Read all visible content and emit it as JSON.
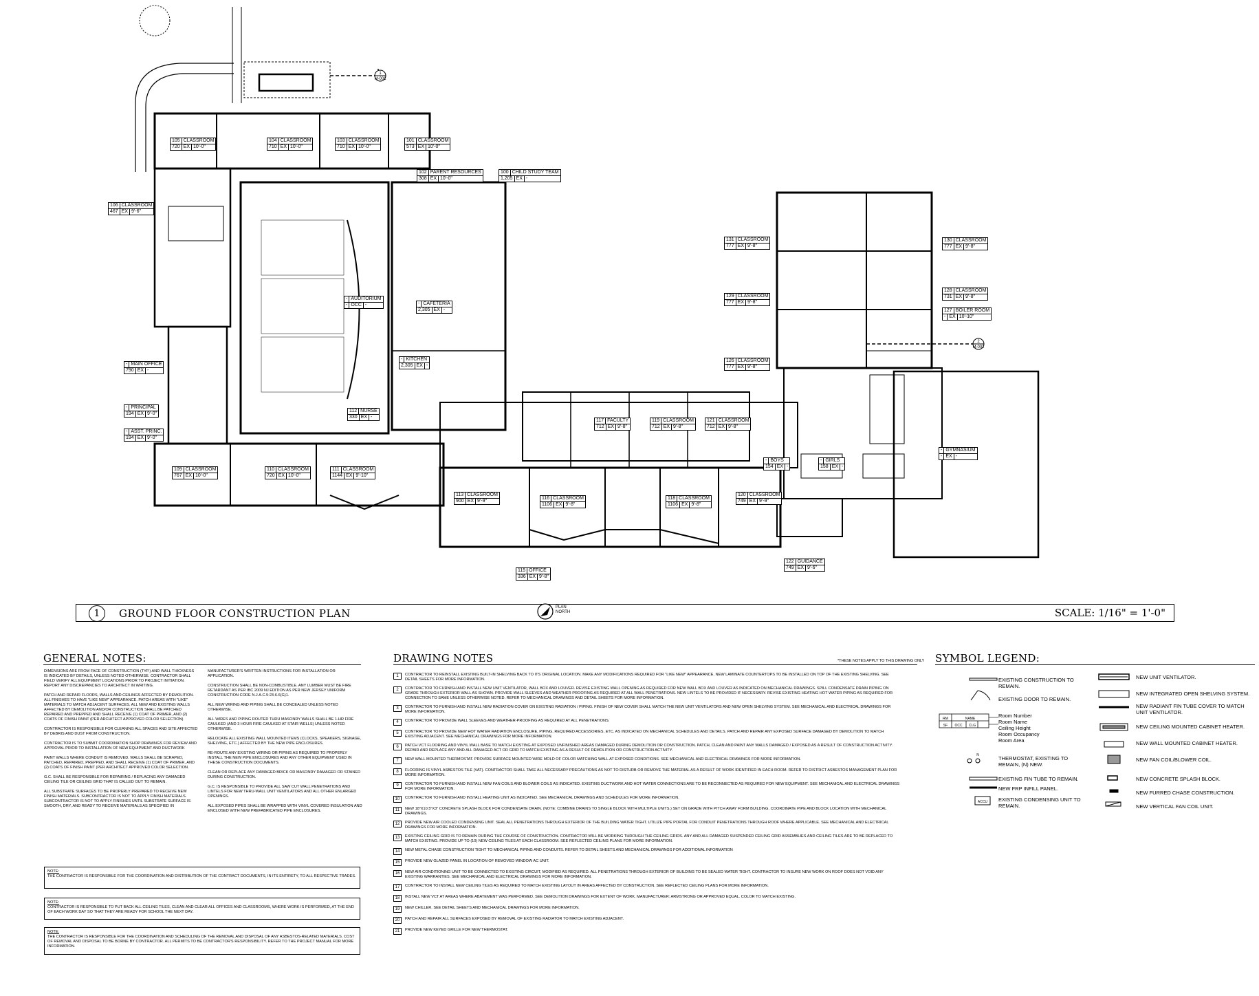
{
  "plan": {
    "rooms": [
      {
        "num": "105",
        "name": "CLASSROOM",
        "area": "720",
        "occ": "EX",
        "clg": "10'-0\""
      },
      {
        "num": "104",
        "name": "CLASSROOM",
        "area": "710",
        "occ": "EX",
        "clg": "10'-0\""
      },
      {
        "num": "103",
        "name": "CLASSROOM",
        "area": "710",
        "occ": "EX",
        "clg": "10'-0\""
      },
      {
        "num": "101",
        "name": "CLASSROOM",
        "area": "573",
        "occ": "EX",
        "clg": "10'-0\""
      },
      {
        "num": "106",
        "name": "CLASSROOM",
        "area": "467",
        "occ": "EX",
        "clg": "9'-6\""
      },
      {
        "num": "102",
        "name": "PARENT RESOURCES",
        "area": "308",
        "occ": "EX",
        "clg": "10'-0\""
      },
      {
        "num": "100",
        "name": "CHILD STUDY TEAM",
        "area": "1,205",
        "occ": "EX",
        "clg": "-"
      },
      {
        "num": "-",
        "name": "AUDITORIUM",
        "area": "-",
        "occ": "OCC",
        "clg": "-"
      },
      {
        "num": "-",
        "name": "CAFETERIA",
        "area": "2,305",
        "occ": "EX",
        "clg": "-"
      },
      {
        "num": "-",
        "name": "KITCHEN",
        "area": "2,305",
        "occ": "EX",
        "clg": "-"
      },
      {
        "num": "-",
        "name": "MAIN OFFICE",
        "area": "790",
        "occ": "EX",
        "clg": "-"
      },
      {
        "num": "-",
        "name": "PRINCIPAL",
        "area": "194",
        "occ": "EX",
        "clg": "9'-0\""
      },
      {
        "num": "-",
        "name": "ASST. PRINC.",
        "area": "194",
        "occ": "EX",
        "clg": "9'-0\""
      },
      {
        "num": "112",
        "name": "NURSE",
        "area": "330",
        "occ": "EX",
        "clg": "-"
      },
      {
        "num": "109",
        "name": "CLASSROOM",
        "area": "767",
        "occ": "EX",
        "clg": "10'-0\""
      },
      {
        "num": "110",
        "name": "CLASSROOM",
        "area": "720",
        "occ": "EX",
        "clg": "10'-0\""
      },
      {
        "num": "111",
        "name": "CLASSROOM",
        "area": "1144",
        "occ": "EX",
        "clg": "9'-10\""
      },
      {
        "num": "113",
        "name": "CLASSROOM",
        "area": "900",
        "occ": "EX",
        "clg": "9'-9\""
      },
      {
        "num": "116",
        "name": "CLASSROOM",
        "area": "1106",
        "occ": "EX",
        "clg": "9'-8\""
      },
      {
        "num": "117",
        "name": "FACULTY",
        "area": "712",
        "occ": "EX",
        "clg": "9'-8\""
      },
      {
        "num": "119",
        "name": "CLASSROOM",
        "area": "712",
        "occ": "EX",
        "clg": "9'-8\""
      },
      {
        "num": "121",
        "name": "CLASSROOM",
        "area": "712",
        "occ": "EX",
        "clg": "9'-8\""
      },
      {
        "num": "118",
        "name": "CLASSROOM",
        "area": "1106",
        "occ": "EX",
        "clg": "9'-8\""
      },
      {
        "num": "120",
        "name": "CLASSROOM",
        "area": "749",
        "occ": "EX",
        "clg": "9'-9\""
      },
      {
        "num": "115",
        "name": "OFFICE",
        "area": "336",
        "occ": "EX",
        "clg": "9'-8\""
      },
      {
        "num": "122",
        "name": "GUIDANCE",
        "area": "749",
        "occ": "EX",
        "clg": "9'-6\""
      },
      {
        "num": "-",
        "name": "BOYS",
        "area": "154",
        "occ": "EX",
        "clg": "-"
      },
      {
        "num": "-",
        "name": "GIRLS",
        "area": "158",
        "occ": "EX",
        "clg": "-"
      },
      {
        "num": "131",
        "name": "CLASSROOM",
        "area": "777",
        "occ": "EX",
        "clg": "9'-8\""
      },
      {
        "num": "129",
        "name": "CLASSROOM",
        "area": "777",
        "occ": "EX",
        "clg": "9'-8\""
      },
      {
        "num": "126",
        "name": "CLASSROOM",
        "area": "777",
        "occ": "EX",
        "clg": "9'-8\""
      },
      {
        "num": "130",
        "name": "CLASSROOM",
        "area": "777",
        "occ": "EX",
        "clg": "9'-8\""
      },
      {
        "num": "128",
        "name": "CLASSROOM",
        "area": "731",
        "occ": "EX",
        "clg": "9'-8\""
      },
      {
        "num": "127",
        "name": "BOILER ROOM",
        "area": "-",
        "occ": "EX",
        "clg": "10'-10\""
      },
      {
        "num": "-",
        "name": "GYMNASIUM",
        "area": "-",
        "occ": "EX",
        "clg": "-"
      }
    ],
    "section_marks": [
      {
        "num": "1",
        "sheet": "M-001"
      },
      {
        "num": "2",
        "sheet": "M-002"
      }
    ]
  },
  "title": {
    "number": "1",
    "text": "GROUND FLOOR CONSTRUCTION PLAN",
    "scale": "SCALE: 1/16\" = 1'-0\"",
    "north": [
      "PLAN",
      "NORTH"
    ]
  },
  "general_notes": {
    "heading": "GENERAL NOTES:",
    "col1": [
      "DIMENSIONS ARE FROM FACE OF CONSTRUCTION (TYP.) AND WALL THICKNESS IS INDICATED BY DETAILS, UNLESS NOTED OTHERWISE. CONTRACTOR SHALL FIELD VERIFY ALL EQUIPMENT LOCATIONS PRIOR TO PROJECT INITIATION. REPORT ANY DISCREPANCIES TO ARCHITECT IN WRITING.",
      "PATCH AND REPAIR FLOORS, WALLS AND CEILINGS AFFECTED BY DEMOLITION. ALL FINISHES TO HAVE \"LIKE NEW\" APPEARANCE. PATCH AREAS WITH \"LIKE\" MATERIALS TO MATCH ADJACENT SURFACES. ALL NEW AND EXISTING WALLS AFFECTED BY DEMOLITION AND/OR CONSTRUCTION SHALL BE PATCHED REPAIRED AND PREPPED AND SHALL RECEIVE (1) COAT OF PRIMER, AND (2) COATS OF FINISH PAINT (PER ARCHITECT APPROVED COLOR SELECTION)",
      "CONTRACTOR IS RESPONSIBLE FOR CLEANING ALL SPACES AND SITE AFFECTED BY DEBRIS AND DUST FROM CONSTRUCTION.",
      "CONTRACTOR IS TO SUBMIT COORDINATION SHOP DRAWINGS FOR REVIEW AND APPROVAL PRIOR TO INSTALLATION OF NEW EQUIPMENT AND DUCTWORK",
      "PAINT WALLS WHERE CONDUIT IS REMOVED. WALLS SHALL BE SCRAPED, PATCHED, REPAIRED, PREPPED, AND SHALL RECEIVE (1) COAT OF PRIMER, AND (2) COATS OF FINISH PAINT (PER ARCHITECT APPROVED COLOR SELECTION.",
      "G.C. SHALL BE RESPONSIBLE FOR REPAIRING / REPLACING ANY DAMAGED CEILING TILE OR CEILING GRID THAT IS CALLED OUT TO REMAIN.",
      "ALL SUBSTRATE SURFACES TO BE PROPERLY PREPARED TO RECEIVE NEW FINISH MATERIALS. SUBCONTRACTOR IS NOT TO APPLY FINISH MATERIALS. SUBCONTRACTOR IS NOT TO APPLY FINISHES UNTIL SUBSTRATE SURFACE IS SMOOTH, DRY, AND READY TO RECEIVE MATERIALS AS SPECIFIED IN"
    ],
    "col2": [
      "MANUFACTURER'S WRITTEN INSTRUCTIONS FOR INSTALLATION OR APPLICATION.",
      "CONSTRUCTION SHALL BE NON-COMBUSTIBLE. ANY LUMBER MUST BE FIRE RETARDANT AS PER IBC 2009 NJ EDITION AS PER NEW JERSEY UNIFORM CONSTRUCTION CODE N.J.A.C.5:23-6.6(G)1.",
      "ALL NEW WIRING AND PIPING SHALL BE CONCEALED UNLESS NOTED OTHERWISE.",
      "ALL WIRES AND PIPING ROUTED THRU MASONRY WALLS SHALL BE 1-HR FIRE CAULKED (AND 3 HOUR FIRE CAULKED AT STAIR WELLS) UNLESS NOTED OTHERWISE.",
      "RELOCATE ALL EXISTING WALL MOUNTED ITEMS (CLOCKS, SPEAKERS, SIGNAGE, SHELVING, ETC.) AFFECTED BY THE NEW PIPE ENCLOSURES.",
      "RE-ROUTE ANY EXISTING WIRING OR PIPING AS REQUIRED TO PROPERLY INSTALL THE NEW PIPE ENCLOSURES AND ANY OTHER EQUIPMENT USED IN THESE CONSTRUCTION DOCUMENTS.",
      "CLEAN OR REPLACE ANY DAMAGED BRICK OR MASONRY DAMAGED OR STAINED DURING CONSTRUCTION.",
      "G.C. IS RESPONSIBLE TO PROVIDE ALL SAW CUT WALL PENETRATIONS AND LINTELS FOR NEW THRU-WALL UNIT VENTILATORS AND ALL OTHER ENLARGED OPENINGS.",
      "ALL EXPOSED PIPES SHALL BE WRAPPED WITH VINYL COVERED INSULATION AND ENCLOSED WITH NEW PREFABRICATED PIPE ENCLOSURES."
    ],
    "boxes": [
      {
        "h": "NOTE:",
        "t": "THE CONTRACTOR IS RESPONSIBLE FOR THE COORDINATION AND DISTRIBUTION OF THE CONTRACT DOCUMENTS, IN ITS ENTIRETY, TO ALL RESPECTIVE TRADES."
      },
      {
        "h": "NOTE:",
        "t": "CONTRACTOR IS RESPONSIBLE TO PUT BACK ALL CEILING TILES, CLEAN AND CLEAR ALL OFFICES AND CLASSROOMS, WHERE WORK IS PERFORMED, AT THE END OF EACH WORK DAY SO THAT THEY ARE READY FOR SCHOOL THE NEXT DAY."
      },
      {
        "h": "NOTE:",
        "t": "THE CONTRACTOR IS RESPONSIBLE FOR THE COORDINATION AND SCHEDULING OF THE REMOVAL AND DISPOSAL OF ANY ASBESTOS-RELATED MATERIALS. COST OF REMOVAL AND DISPOSAL TO BE BORNE BY CONTRACTOR. ALL PERMITS TO BE CONTRACTOR'S RESPONSIBILITY. REFER TO THE PROJECT MANUAL FOR MORE INFORMATION."
      }
    ]
  },
  "drawing_notes": {
    "heading": "DRAWING NOTES",
    "applies": "*THESE NOTES APPLY TO THIS DRAWING ONLY",
    "items": [
      {
        "n": "1",
        "t": "CONTRACTOR TO REINSTALL EXISTING BUILT-IN SHELVING BACK TO ITS ORIGINAL LOCATION. MAKE ANY MODIFICATIONS REQUIRED FOR \"LIKE NEW\" APPEARANCE. NEW LAMINATE COUNTERTOPS TO BE INSTALLED ON TOP OF THE EXISTING SHELVING. SEE DETAIL SHEETS FOR MORE INFORMATION."
      },
      {
        "n": "2",
        "t": "CONTRACTOR TO FURNISH AND INSTALL NEW UNIT VENTILATOR, WALL BOX AND LOUVER. REVISE EXISTING WALL OPENING AS REQUIRED FOR NEW WALL BOX AND LOUVER AS INDICATED ON MECHANICAL DRAWINGS. SPILL CONDENSATE DRAIN PIPING ON GRADE THROUGH EXTERIOR WALL AS SHOWN. PROVIDE WALL SLEEVES AND WEATHER PROOFING AS REQUIRED AT ALL WALL PENETRATIONS. NEW LINTELS TO BE PROVIDED IF NECESSARY. REVISE EXISTING HEATING HOT WATER PIPING AS REQUIRED FOR CONNECTION TO SAME UNLESS OTHERWISE NOTED. REFER TO MECHANICAL DRAWINGS AND DETAIL SHEETS FOR MORE INFORMATION."
      },
      {
        "n": "3",
        "t": "CONTRACTOR TO FURNISH AND INSTALL NEW RADIATION COVER ON EXISTING RADIATION / PIPING. FINISH OF NEW COVER SHALL MATCH THE NEW UNIT VENTILATORS AND NEW OPEN SHELVING SYSTEM. SEE MECHANICAL AND ELECTRICAL DRAWINGS FOR MORE INFORMATION."
      },
      {
        "n": "4",
        "t": "CONTRACTOR TO PROVIDE WALL SLEEVES AND WEATHER-PROOFING AS REQUIRED AT ALL PENETRATIONS."
      },
      {
        "n": "5",
        "t": "CONTRACTOR TO PROVIDE NEW HOT WATER RADIATION ENCLOSURE, PIPING, REQUIRED ACCESSORIES, ETC. AS INDICATED ON MECHANICAL SCHEDULES AND DETAILS. PATCH AND REPAIR ANY EXPOSED SURFACE DAMAGED BY DEMOLITION TO MATCH EXISTING ADJACENT. SEE MECHANICAL DRAWINGS FOR MORE INFORMATION."
      },
      {
        "n": "6",
        "t": "PATCH VCT FLOORING AND VINYL WALL BASE TO MATCH EXISTING AT EXPOSED UNFINISHED AREAS DAMAGED DURING DEMOLITION OR CONSTRUCTION. PATCH, CLEAN AND PAINT ANY WALLS DAMAGED / EXPOSED AS A RESULT OF CONSTRUCTION ACTIVITY. REPAIR AND REPLACE ANY AND ALL DAMAGED ACT OR GRID TO MATCH EXISTING AS A RESULT OF DEMOLITION OR CONSTRUCTION ACTIVITY."
      },
      {
        "n": "7",
        "t": "NEW WALL MOUNTED THERMOSTAT. PROVIDE SURFACE MOUNTED WIRE MOLD OF COLOR MATCHING WALL AT EXPOSED CONDITIONS. SEE MECHANICAL AND ELECTRICAL DRAWINGS FOR MORE INFORMATION."
      },
      {
        "n": "8",
        "t": "FLOORING IS VINYL ASBESTOS TILE (VAT). CONTRACTOR SHALL TAKE ALL NECESSARY PRECAUTIONS AS NOT TO DISTURB OR REMOVE THE MATERIAL AS A RESULT OF WORK IDENTIFIED IN EACH ROOM. REFER TO DISTRICT ASBESTOS MANAGEMENT PLAN FOR MORE INFORMATION."
      },
      {
        "n": "9",
        "t": "CONTRACTOR TO FURNISH AND INSTALL NEW FAN COILS AND BLOWER COILS AS INDICATED. EXISTING DUCTWORK AND HOT WATER CONNECTIONS ARE TO BE RECONNECTED AS REQUIRED FOR NEW EQUIPMENT. SEE MECHANICAL AND ELECTRICAL DRAWINGS FOR MORE INFORMATION."
      },
      {
        "n": "10",
        "t": "CONTRACTOR TO FURNISH AND INSTALL HEATING UNIT AS INDICATED. SEE MECHANICAL DRAWINGS AND SCHEDULES FOR MORE INFORMATION."
      },
      {
        "n": "11",
        "t": "NEW 18\"X10.5\"X3\" CONCRETE SPLASH BLOCK FOR CONDENSATE DRAIN. (NOTE: COMBINE DRAINS TO SINGLE BLOCK WITH MULTIPLE UNITS.) SET ON GRADE WITH PITCH AWAY FORM BUILDING. COORDINATE PIPE AND BLOCK LOCATION WITH MECHANICAL DRAWINGS."
      },
      {
        "n": "12",
        "t": "PROVIDE NEW AIR COOLED CONDENSING UNIT. SEAL ALL PENETRATIONS THROUGH EXTERIOR OF THE BUILDING WATER TIGHT. UTILIZE PIPE PORTAL FOR CONDUIT PENETRATIONS THROUGH ROOF WHERE APPLICABLE. SEE MECHANICAL AND ELECTRICAL DRAWINGS FOR MORE INFORMATION."
      },
      {
        "n": "13",
        "t": "EXISTING CEILING GRID IS TO REMAIN DURING THE COURSE OF CONSTRUCTION. CONTRACTOR WILL BE WORKING THROUGH THE CEILING GRIDS. ANY AND ALL DAMAGED SUSPENDED CEILING GRID ASSEMBLIES AND CEILING TILES ARE TO BE REPLACED TO MATCH EXISTING. PROVIDE UP TO (10) NEW CEILING TILES AT EACH CLASSROOM. SEE REFLECTED CEILING PLANS FOR MORE INFORMATION."
      },
      {
        "n": "14",
        "t": "NEW METAL CHASE CONSTRUCTION TIGHT TO MECHANICAL PIPING AND CONDUITS. REFER TO DETAIL SHEETS AND MECHANICAL DRAWINGS FOR ADDITIONAL INFORMATION"
      },
      {
        "n": "15",
        "t": "PROVIDE NEW GLAZED PANEL IN LOCATION OF REMOVED WINDOW AC UNIT."
      },
      {
        "n": "16",
        "t": "NEW AIR CONDITIONING UNIT TO BE CONNECTED TO EXISTING CIRCUIT, MODIFIED AS REQUIRED. ALL PENETRATIONS THROUGH EXTERIOR OF BUILDING TO BE SEALED WATER TIGHT. CONTRACTOR TO INSURE NEW WORK ON ROOF DOES NOT VOID ANY EXISTING WARRANTIES. SEE MECHANICAL AND ELECTRICAL DRAWINGS FOR MORE INFORMATION."
      },
      {
        "n": "17",
        "t": "CONTRACTOR TO INSTALL NEW CEILING TILES AS REQUIRED TO MATCH EXISTING LAYOUT IN AREAS AFFECTED BY CONSTRUCTION. SEE REFLECTED CEILING PLANS FOR MORE INFORMATION."
      },
      {
        "n": "18",
        "t": "INSTALL NEW VCT AT AREAS WHERE ABATEMENT WAS PERFORMED. SEE DEMOLITION DRAWINGS FOR EXTENT OF WORK. MANUFACTURER: ARMSTRONG OR APPROVED EQUAL. COLOR TO MATCH EXISTING."
      },
      {
        "n": "19",
        "t": "NEW CHILLER. SEE DETAIL SHEETS AND MECHANICAL DRAWINGS FOR MORE INFORMATION."
      },
      {
        "n": "20",
        "t": "PATCH AND REPAIR ALL SURFACES EXPOSED BY REMOVAL OF EXISTING RADIATOR TO MATCH EXISTING ADJACENT."
      },
      {
        "n": "21",
        "t": "PROVIDE NEW KEYED GRILLE FOR NEW THERMOSTAT."
      }
    ]
  },
  "legend": {
    "heading": "SYMBOL LEGEND:",
    "left": [
      {
        "key": "existing-construction",
        "label": "EXISTING CONSTRUCTION TO REMAIN."
      },
      {
        "key": "existing-door",
        "label": "EXISTING DOOR TO REMAIN."
      },
      {
        "key": "room-tag",
        "label": "Room Number\nRoom Name\nCeiling Height\nRoom Occupancy\nRoom Area"
      },
      {
        "key": "thermostat",
        "label": "THERMOSTAT, EXISTING TO REMAIN, (N) NEW."
      },
      {
        "key": "fin-tube",
        "label": "EXISTING FIN TUBE TO REMAIN."
      },
      {
        "key": "frp",
        "label": "NEW FRP INFILL PANEL."
      },
      {
        "key": "condensing",
        "label": "EXISTING CONDENSING UNIT TO REMAIN."
      }
    ],
    "right": [
      {
        "key": "unit-ventilator",
        "label": "NEW UNIT VENTILATOR."
      },
      {
        "key": "shelving",
        "label": "NEW INTEGRATED OPEN SHELVING SYSTEM."
      },
      {
        "key": "radiant-cover",
        "label": "NEW RADIANT FIN TUBE COVER TO MATCH UNIT VENTILATOR."
      },
      {
        "key": "ceiling-heater",
        "label": "NEW CEILING MOUNTED CABINET HEATER."
      },
      {
        "key": "wall-heater",
        "label": "NEW WALL MOUNTED CABINET HEATER."
      },
      {
        "key": "fan-coil",
        "label": "NEW FAN COIL/BLOWER COIL."
      },
      {
        "key": "splash-block",
        "label": "NEW CONCRETE SPLASH BLOCK."
      },
      {
        "key": "furred-chase",
        "label": "NEW FURRED CHASE CONSTRUCTION."
      },
      {
        "key": "vertical-fan-coil",
        "label": "NEW VERTICAL FAN COIL UNIT."
      }
    ],
    "tag_sample": {
      "rn": "RM",
      "name": "NAME",
      "sf": "SF",
      "occ": "OCC",
      "clg": "CLG"
    },
    "therm_letter": "N",
    "accu": "ACCU"
  }
}
